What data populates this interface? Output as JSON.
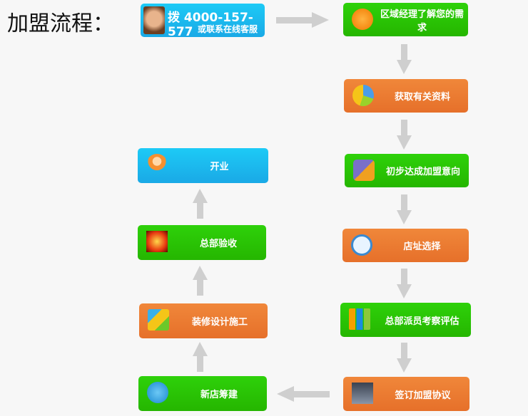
{
  "title": "加盟流程：",
  "phone": {
    "number": "拨 4000-157-577",
    "sub": "或联系在线客服"
  },
  "right_steps": [
    {
      "label": "区域经理了解您的需求",
      "color": "green",
      "icon": "rss-icon"
    },
    {
      "label": "获取有关资料",
      "color": "orange",
      "icon": "pie-chart-icon"
    },
    {
      "label": "初步达成加盟意向",
      "color": "green",
      "icon": "chat-bubbles-icon"
    },
    {
      "label": "店址选择",
      "color": "orange",
      "icon": "magnifier-icon"
    },
    {
      "label": "总部派员考察评估",
      "color": "green",
      "icon": "bar-chart-icon"
    },
    {
      "label": "签订加盟协议",
      "color": "orange",
      "icon": "handshake-icon"
    }
  ],
  "left_steps": [
    {
      "label": "新店筹建",
      "color": "green",
      "icon": "info-icon"
    },
    {
      "label": "装修设计施工",
      "color": "orange",
      "icon": "cubes-icon"
    },
    {
      "label": "总部验收",
      "color": "green",
      "icon": "fireworks-icon"
    },
    {
      "label": "开业",
      "color": "blue",
      "icon": "people-icon"
    }
  ]
}
